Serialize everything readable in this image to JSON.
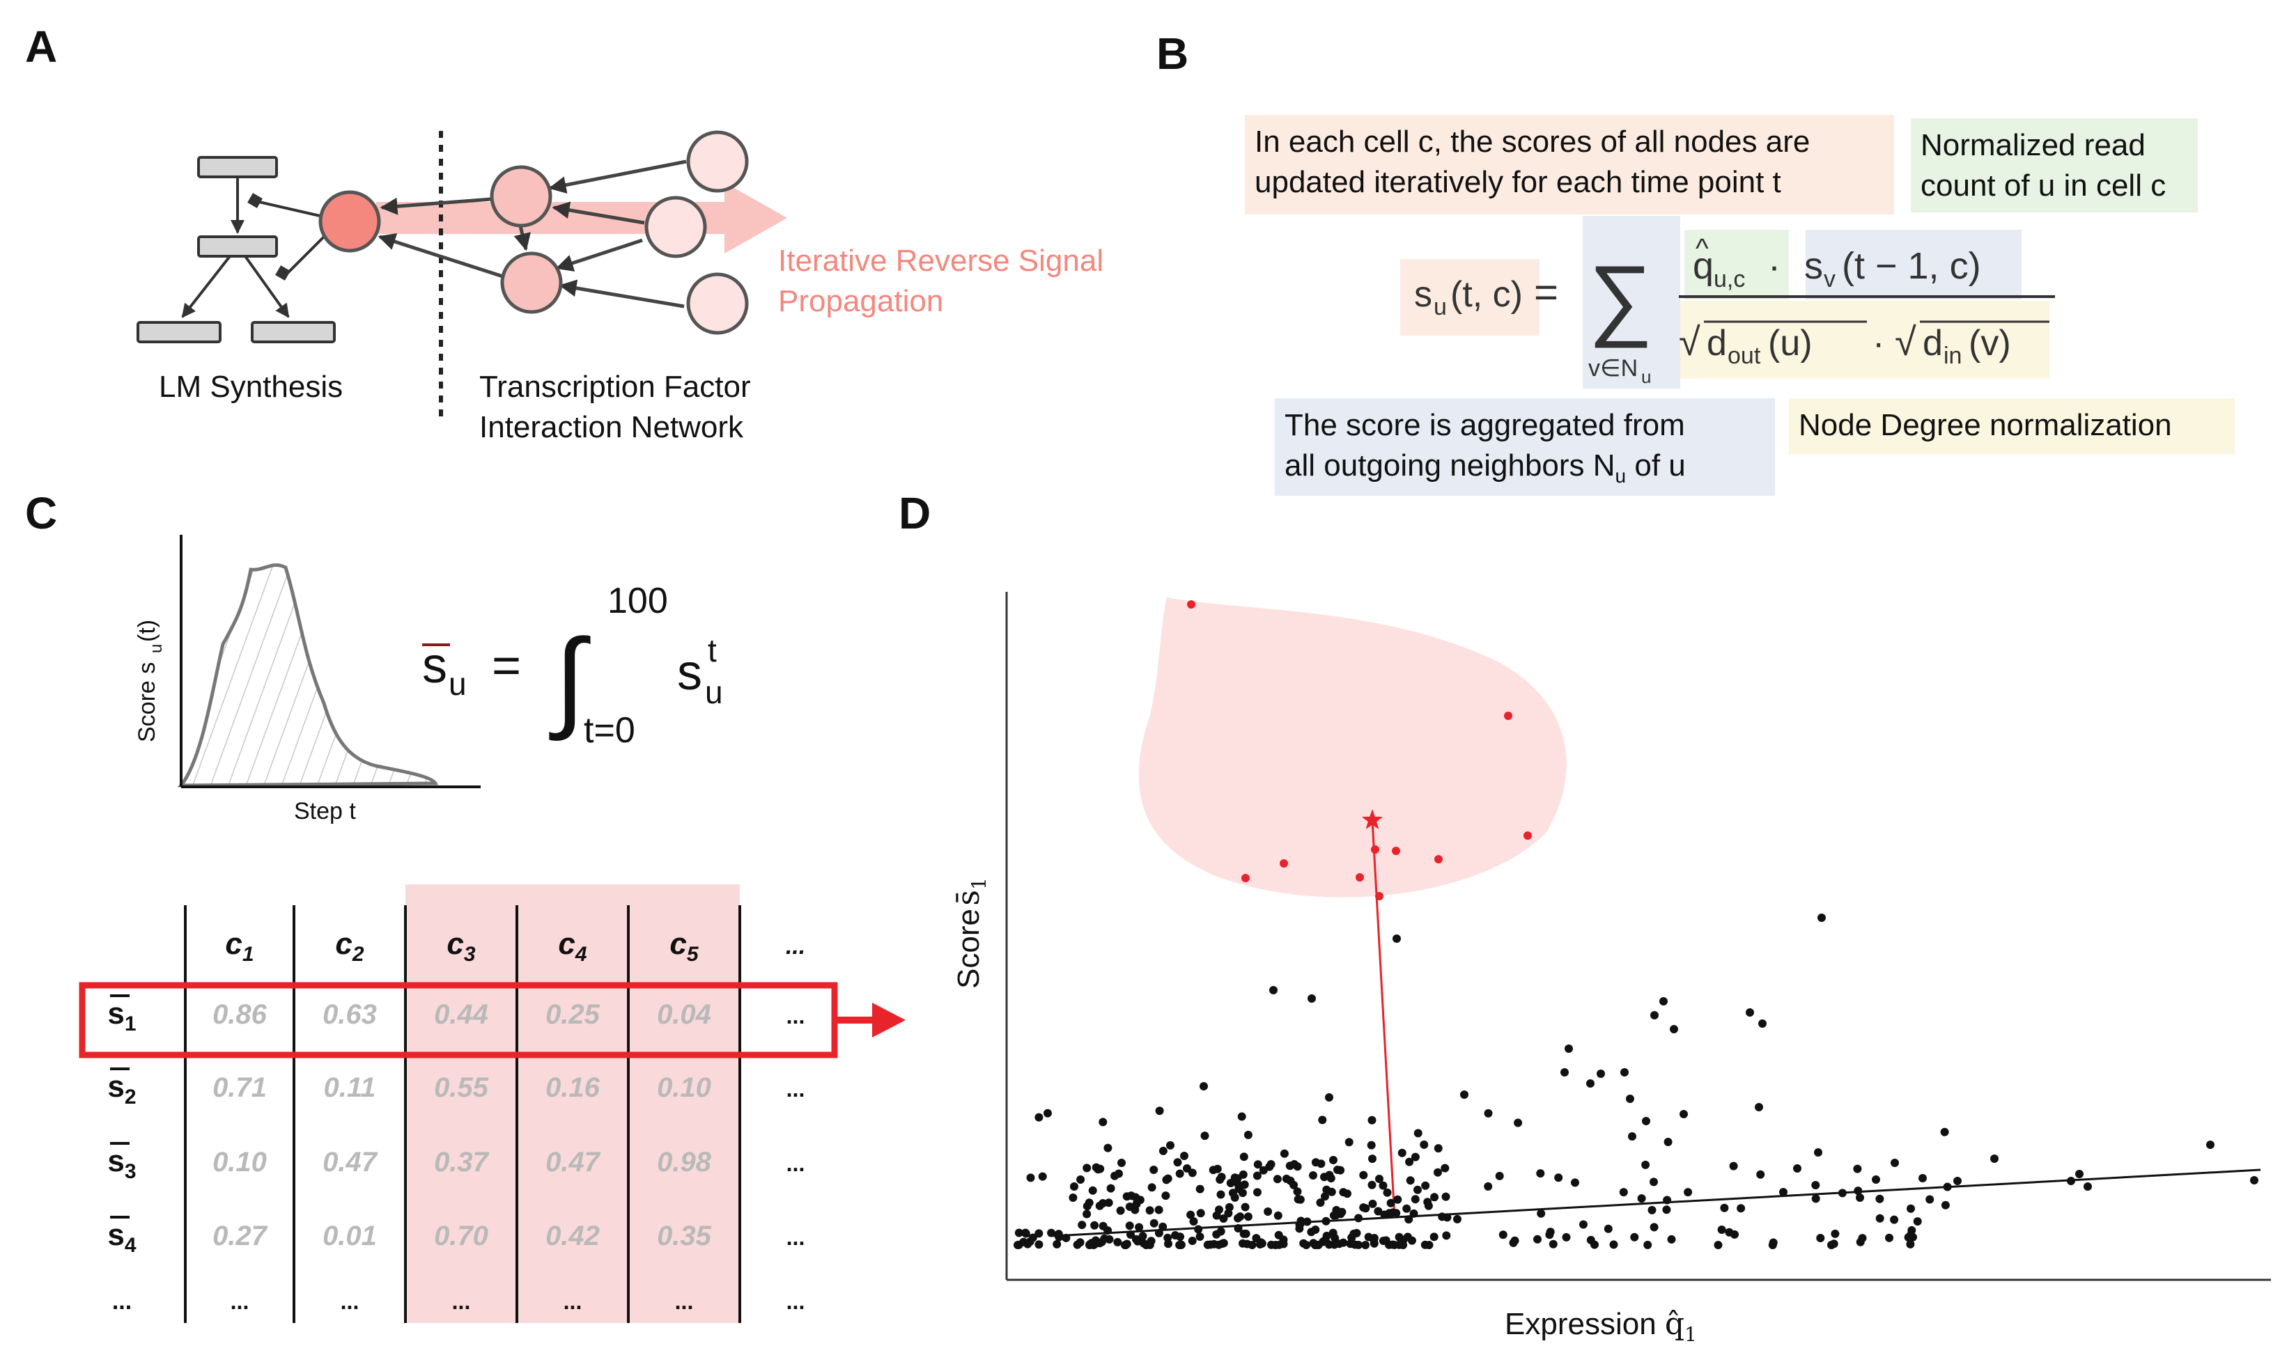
{
  "panels": {
    "a": "A",
    "b": "B",
    "c": "C",
    "d": "D"
  },
  "panel_a": {
    "left_label": "LM Synthesis",
    "right_label_line1": "Transcription Factor",
    "right_label_line2": "Interaction Network",
    "arrow_label_line1": "Iterative Reverse Signal",
    "arrow_label_line2": "Propagation"
  },
  "panel_b": {
    "note_cell_line1": "In each cell c, the scores of all nodes are",
    "note_cell_line2": "updated iteratively for each time point t",
    "note_read_line1": "Normalized read",
    "note_read_line2": "count of u in cell c",
    "note_neighbors_line1": "The score is aggregated from",
    "note_neighbors_line2": "all outgoing neighbors N",
    "note_neighbors_sub": "u",
    "note_neighbors_tail": " of u",
    "note_degree": "Node Degree normalization"
  },
  "panel_c": {
    "ylabel": "Score s",
    "xlabel": "Step t",
    "integral_upper": "100",
    "integral_lower": "t=0",
    "table": {
      "columns": [
        "c1",
        "c2",
        "c3",
        "c4",
        "c5",
        "..."
      ],
      "rows": [
        {
          "label": "s1",
          "values": [
            "0.86",
            "0.63",
            "0.44",
            "0.25",
            "0.04",
            "..."
          ]
        },
        {
          "label": "s2",
          "values": [
            "0.71",
            "0.11",
            "0.55",
            "0.16",
            "0.10",
            "..."
          ]
        },
        {
          "label": "s3",
          "values": [
            "0.10",
            "0.47",
            "0.37",
            "0.47",
            "0.98",
            "..."
          ]
        },
        {
          "label": "s4",
          "values": [
            "0.27",
            "0.01",
            "0.70",
            "0.42",
            "0.35",
            "..."
          ]
        },
        {
          "label": "...",
          "values": [
            "...",
            "...",
            "...",
            "...",
            "...",
            "..."
          ]
        }
      ],
      "highlighted_columns": [
        "c3",
        "c4",
        "c5"
      ],
      "highlighted_row": "s1"
    }
  },
  "panel_d": {
    "xlabel": "Expression",
    "ylabel": "Score",
    "colors": {
      "highlight": "#e8232a",
      "region": "#fde1e1",
      "points": "#000000"
    }
  },
  "colors": {
    "node_dark": "#f4877e",
    "node_mid": "#f9c1bd",
    "node_light": "#fde3e2",
    "arrow_band": "#f9c3bf",
    "arrow_text": "#f4877e",
    "table_highlight": "#f9d9d9",
    "row_box": "#e8232a",
    "table_values": "#b9b9b9"
  }
}
